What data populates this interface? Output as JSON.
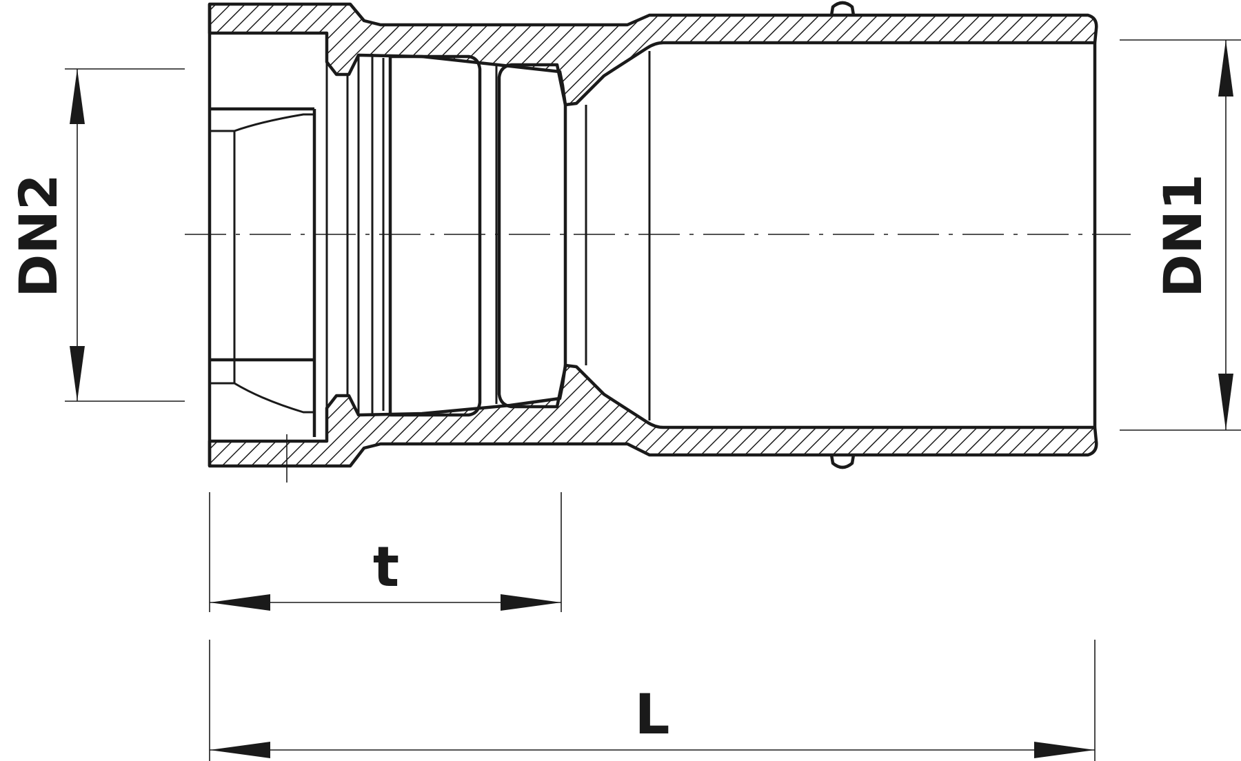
{
  "labels": {
    "dn2": "DN2",
    "dn1": "DN1",
    "t": "t",
    "l": "L"
  },
  "colors": {
    "ink": "#1a1a1a",
    "background": "#ffffff"
  }
}
